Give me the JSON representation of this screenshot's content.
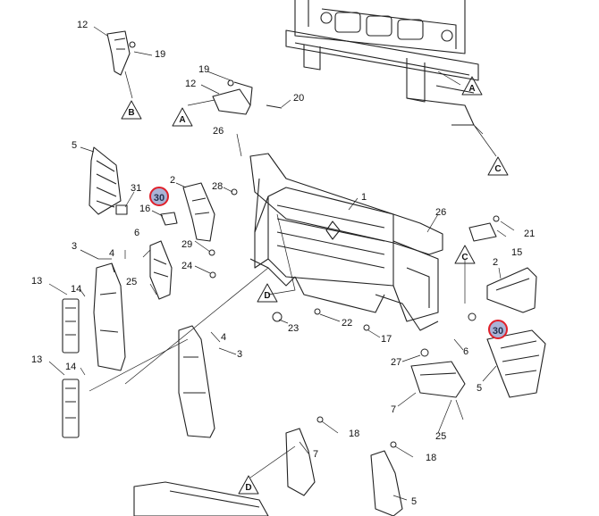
{
  "parts": {
    "p1": "1",
    "p2a": "2",
    "p2b": "2",
    "p3a": "3",
    "p3b": "3",
    "p4a": "4",
    "p4b": "4",
    "p5a": "5",
    "p5b": "5",
    "p6a": "6",
    "p6b": "6",
    "p7a": "7",
    "p7b": "7",
    "p12a": "12",
    "p12b": "12",
    "p13a": "13",
    "p13b": "13",
    "p14a": "14",
    "p14b": "14",
    "p15": "15",
    "p16": "16",
    "p17": "17",
    "p18a": "18",
    "p18b": "18",
    "p19a": "19",
    "p19b": "19",
    "p20": "20",
    "p21": "21",
    "p22": "22",
    "p23": "23",
    "p24": "24",
    "p25a": "25",
    "p25b": "25",
    "p26a": "26",
    "p26b": "26",
    "p27": "27",
    "p28": "28",
    "p29": "29",
    "p31": "31"
  },
  "callouts": {
    "A1": "A",
    "A2": "A",
    "B": "B",
    "C1": "C",
    "C2": "C",
    "D1": "D",
    "D2": "D"
  },
  "highlights": {
    "h1": "30",
    "h2": "30"
  },
  "colors": {
    "highlight_ring": "#e0202a",
    "highlight_fill": "#aab3d6",
    "line": "#222222"
  }
}
